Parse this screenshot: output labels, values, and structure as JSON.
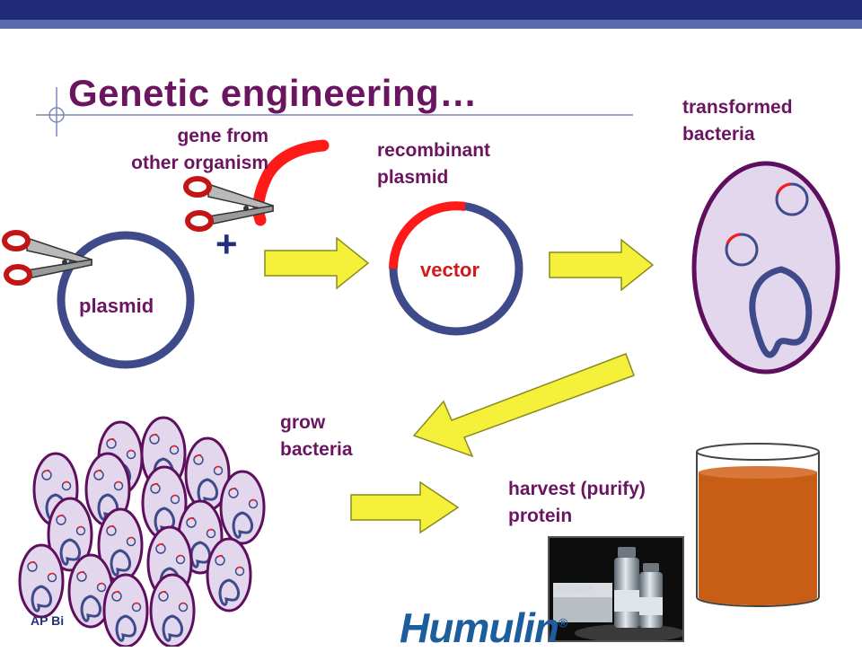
{
  "title": "Genetic engineering…",
  "labels": {
    "gene_line1": "gene from",
    "gene_line2": "other organism",
    "recombinant_line1": "recombinant",
    "recombinant_line2": "plasmid",
    "transformed_line1": "transformed",
    "transformed_line2": "bacteria",
    "vector": "vector",
    "plasmid": "plasmid",
    "grow_line1": "grow",
    "grow_line2": "bacteria",
    "harvest_line1": "harvest (purify)",
    "harvest_line2": "protein",
    "plus": "+"
  },
  "footer": "AP Bi",
  "product": {
    "logo": "Humulin",
    "vial_brand": "Humulin"
  },
  "colors": {
    "title": "#6b1561",
    "plasmid_ring": "#3f4a8a",
    "gene_segment": "#ff1a1a",
    "arrow_fill": "#f5f03a",
    "arrow_stroke": "#8a8a20",
    "cell_fill": "#e3d7ee",
    "cell_border": "#5e0f5e",
    "protein": "#c85e16",
    "header_bar": "#1f2a78"
  },
  "icons": [
    "scissors-icon",
    "arrow-right-icon",
    "arrow-down-left-icon"
  ]
}
